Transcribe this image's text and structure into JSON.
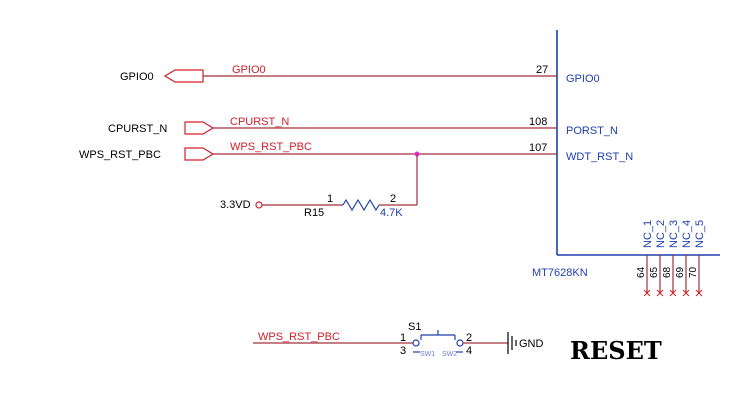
{
  "ports": {
    "gpio0": "GPIO0",
    "cpurst": "CPURST_N",
    "wps": "WPS_RST_PBC",
    "vcc": "3.3VD"
  },
  "nets": {
    "gpio0": "GPIO0",
    "cpurst": "CPURST_N",
    "wps": "WPS_RST_PBC",
    "switch_net": "WPS_RST_PBC",
    "gnd": "GND"
  },
  "chip": {
    "name": "MT7628KN",
    "pins": [
      {
        "number": "27",
        "name": "GPIO0"
      },
      {
        "number": "108",
        "name": "PORST_N"
      },
      {
        "number": "107",
        "name": "WDT_RST_N"
      }
    ],
    "nc_pins": [
      {
        "number": "64",
        "name": "NC_1"
      },
      {
        "number": "65",
        "name": "NC_2"
      },
      {
        "number": "68",
        "name": "NC_3"
      },
      {
        "number": "69",
        "name": "NC_4"
      },
      {
        "number": "70",
        "name": "NC_5"
      }
    ]
  },
  "resistor": {
    "ref": "R15",
    "value": "4.7K",
    "pin1": "1",
    "pin2": "2"
  },
  "switch": {
    "ref": "S1",
    "pin1": "1",
    "pin2": "2",
    "pin3": "3",
    "pin4": "4",
    "sw_left": "SW1",
    "sw_right": "SW2"
  },
  "title": "RESET",
  "colors": {
    "wire": "#a0303a",
    "net_label": "#d0202a",
    "component": "#1f3fae"
  }
}
